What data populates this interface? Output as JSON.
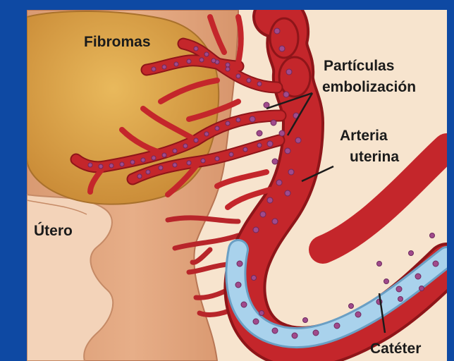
{
  "labels": {
    "fibromas": "Fibromas",
    "particulas_line1": "Partículas",
    "particulas_line2": "embolización",
    "arteria_line1": "Arteria",
    "arteria_line2": "uterina",
    "utero": "Útero",
    "cateter": "Catéter"
  },
  "colors": {
    "frame": "#0e49a3",
    "background": "#f7e4ce",
    "uterus": "#e2a77f",
    "fibroid": "#dfa54b",
    "artery": "#c4262b",
    "artery_dark": "#8e1519",
    "catheter": "#a9d2ec",
    "particle": "#a04a8c"
  }
}
